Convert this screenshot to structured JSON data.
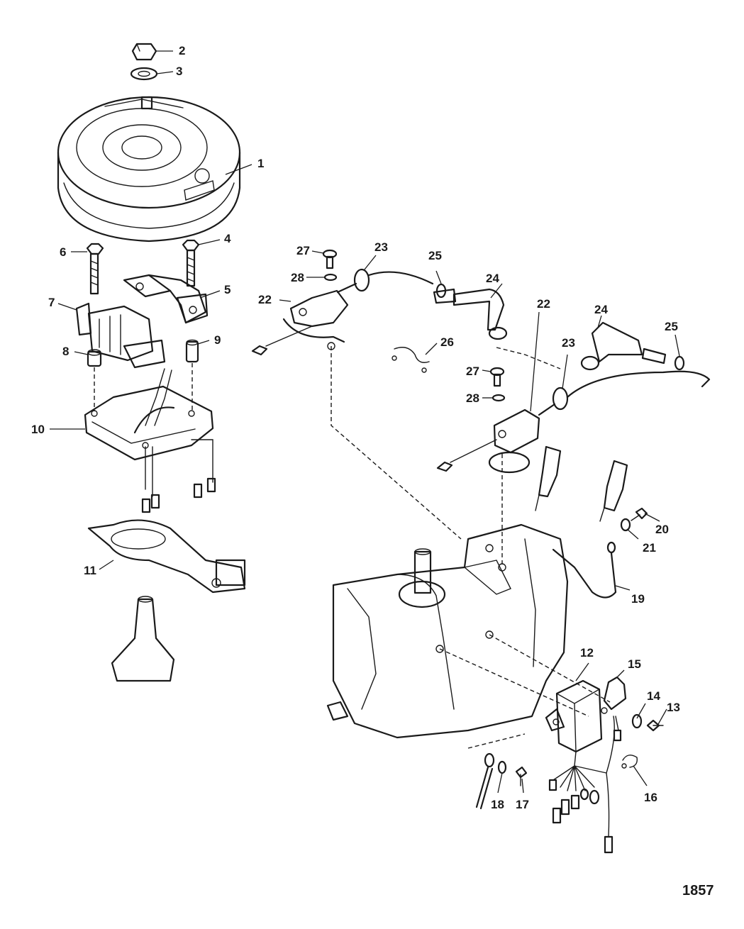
{
  "diagram": {
    "callouts": [
      "1",
      "2",
      "3",
      "4",
      "5",
      "6",
      "7",
      "8",
      "9",
      "10",
      "11",
      "12",
      "13",
      "14",
      "15",
      "16",
      "17",
      "18",
      "19",
      "20",
      "21",
      "22",
      "22",
      "23",
      "23",
      "24",
      "24",
      "25",
      "25",
      "26",
      "27",
      "27",
      "28",
      "28"
    ],
    "figure_number": "1857"
  }
}
